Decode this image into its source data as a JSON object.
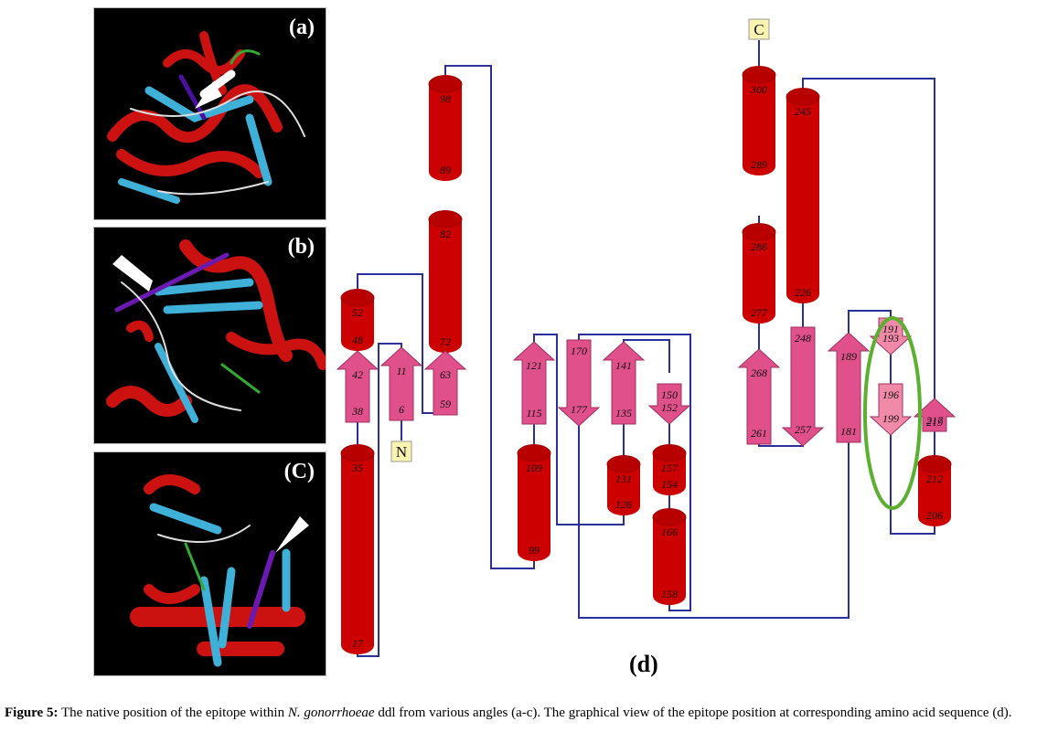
{
  "panels": [
    {
      "id": "a",
      "label": "(a)"
    },
    {
      "id": "b",
      "label": "(b)"
    },
    {
      "id": "c",
      "label": "(C)"
    }
  ],
  "topology": {
    "label": "(d)",
    "terminals": {
      "n": "N",
      "c": "C"
    },
    "colors": {
      "helix": "#cc0000",
      "strand": "#e0508a",
      "epitope_strand": "#f08aa8",
      "connector": "#2a2f99",
      "epitope_ring": "#5bb030",
      "terminal_fill": "#fbf3b0"
    },
    "elements": [
      {
        "type": "helix",
        "start": "17",
        "end": "35"
      },
      {
        "type": "strand",
        "dir": "up",
        "start": "6",
        "end": "11"
      },
      {
        "type": "strand",
        "dir": "up",
        "start": "38",
        "end": "42"
      },
      {
        "type": "helix",
        "start": "48",
        "end": "52"
      },
      {
        "type": "strand",
        "dir": "up",
        "start": "59",
        "end": "63"
      },
      {
        "type": "helix",
        "start": "72",
        "end": "82"
      },
      {
        "type": "helix",
        "start": "89",
        "end": "98"
      },
      {
        "type": "helix",
        "start": "99",
        "end": "109"
      },
      {
        "type": "strand",
        "dir": "up",
        "start": "115",
        "end": "121"
      },
      {
        "type": "helix",
        "start": "126",
        "end": "131"
      },
      {
        "type": "strand",
        "dir": "up",
        "start": "135",
        "end": "141"
      },
      {
        "type": "strand",
        "dir": "down",
        "start": "150",
        "end": "152"
      },
      {
        "type": "helix",
        "start": "154",
        "end": "157"
      },
      {
        "type": "helix",
        "start": "158",
        "end": "166"
      },
      {
        "type": "strand",
        "dir": "down",
        "start": "170",
        "end": "177"
      },
      {
        "type": "strand",
        "dir": "up",
        "start": "181",
        "end": "189"
      },
      {
        "type": "strand",
        "dir": "down",
        "start": "191",
        "end": "193",
        "epitope": true
      },
      {
        "type": "strand",
        "dir": "down",
        "start": "196",
        "end": "199",
        "epitope": true
      },
      {
        "type": "helix",
        "start": "206",
        "end": "212"
      },
      {
        "type": "strand",
        "dir": "up",
        "start": "217",
        "end": "219"
      },
      {
        "type": "helix",
        "start": "226",
        "end": "245"
      },
      {
        "type": "strand",
        "dir": "down",
        "start": "248",
        "end": "257"
      },
      {
        "type": "strand",
        "dir": "up",
        "start": "261",
        "end": "268"
      },
      {
        "type": "helix",
        "start": "277",
        "end": "286"
      },
      {
        "type": "helix",
        "start": "289",
        "end": "300"
      }
    ]
  },
  "caption": {
    "prefix": "Figure 5:",
    "text1": " The native position of the epitope within ",
    "species": "N. gonorrhoeae",
    "text2": " ddl from various angles (a-c). The graphical view of the epitope position at corresponding amino acid sequence (d)."
  }
}
